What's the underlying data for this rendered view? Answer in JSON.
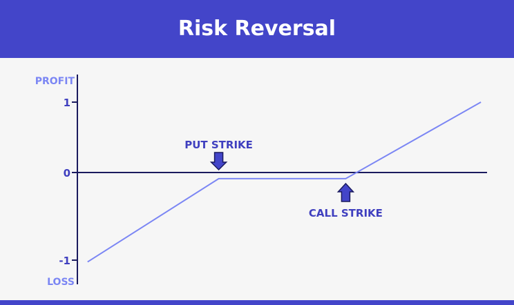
{
  "page": {
    "title": "Risk Reversal"
  },
  "chart_data": {
    "type": "line",
    "title": "Risk Reversal",
    "xlabel": "",
    "ylabel_top": "PROFIT",
    "ylabel_bottom": "LOSS",
    "y_ticks": [
      {
        "value": 1,
        "label": "1"
      },
      {
        "value": 0,
        "label": "0"
      },
      {
        "value": -1,
        "label": "-1"
      }
    ],
    "ylim": [
      -1.25,
      1.35
    ],
    "xlim": [
      0,
      10
    ],
    "series": [
      {
        "x": [
          0.25,
          3.45,
          6.55,
          9.85
        ],
        "y": [
          -1.02,
          -0.07,
          -0.07,
          1.0
        ]
      }
    ],
    "annotations": [
      {
        "text": "PUT STRIKE",
        "x": 3.45,
        "direction": "down"
      },
      {
        "text": "CALL STRIKE",
        "x": 6.55,
        "direction": "up"
      }
    ],
    "grid": false,
    "colors": {
      "line": "#7b86f4",
      "axis": "#1a1a5e",
      "label": "#3f3fbf",
      "axis_label": "#7b86f4",
      "arrow_fill": "#4345c9",
      "arrow_stroke": "#1a1a5e",
      "header": "#4345c9"
    }
  }
}
